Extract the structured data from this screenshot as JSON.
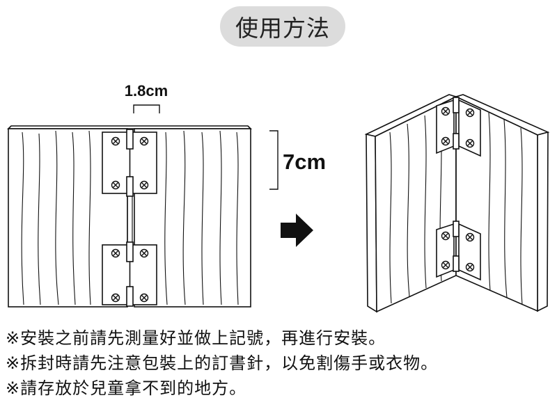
{
  "title": "使用方法",
  "dimensions": {
    "gap": "1.8cm",
    "hinge_spacing": "7cm"
  },
  "notes": [
    "※安裝之前請先測量好並做上記號，再進行安裝。",
    "※拆封時請先注意包裝上的訂書針，以免割傷手或衣物。",
    "※請存放於兒童拿不到的地方。"
  ],
  "colors": {
    "line": "#111111",
    "pill": "#dcdcdc",
    "hinge_fill": "#ffffff"
  },
  "icons": {
    "arrow": "right-arrow-icon",
    "screw": "screw-icon"
  }
}
